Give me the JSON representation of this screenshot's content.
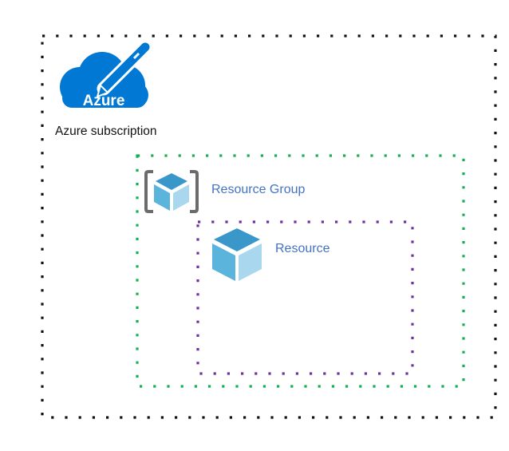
{
  "diagram": {
    "subscription": {
      "label": "Azure subscription",
      "logo_text": "Azure",
      "icon": "azure-cloud-pencil-icon",
      "border_color": "#111111",
      "logo_color": "#0078d4"
    },
    "resource_group": {
      "label": "Resource Group",
      "icon": "resource-group-cube-icon",
      "border_color": "#13b14f",
      "label_color": "#4472c4"
    },
    "resource": {
      "label": "Resource",
      "icon": "resource-cube-icon",
      "border_color": "#7030a0",
      "label_color": "#4472c4"
    },
    "cube_colors": {
      "top": "#3a97c9",
      "left": "#5ab4dc",
      "right": "#a9d8ee",
      "bracket": "#6b6b6b"
    }
  }
}
